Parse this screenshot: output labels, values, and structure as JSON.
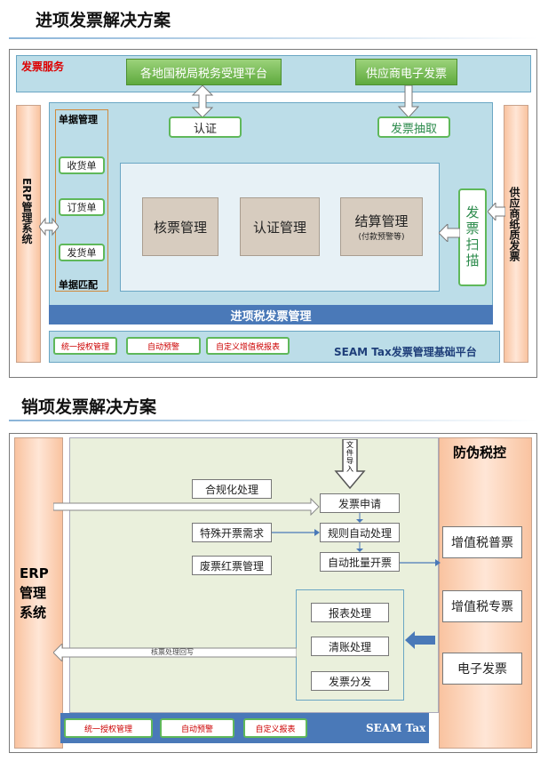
{
  "top": {
    "title": "进项发票解决方案",
    "invoice_service_label": "发票服务",
    "platform_tax_bureau": "各地国税局税务受理平台",
    "platform_supplier": "供应商电子发票",
    "auth": "认证",
    "invoice_fetch": "发票抽取",
    "doc_mgmt_label": "单据管理",
    "doc_match_label": "单据匹配",
    "doc_items": [
      "收货单",
      "订货单",
      "发货单"
    ],
    "modules": [
      "核票管理",
      "认证管理",
      "结算管理"
    ],
    "settle_sub": "(付款预警等)",
    "scan": "发票扫描",
    "erp_left": "ERP管理系统",
    "supplier_right": "供应商纸质发票",
    "input_tax_mgmt": "进项税发票管理",
    "bottom_buttons": [
      "统一授权管理",
      "自动预警",
      "自定义增值税报表"
    ],
    "platform_name": "SEAM Tax发票管理基础平台"
  },
  "bottom": {
    "title": "销项发票解决方案",
    "anti_fake": "防伪税控",
    "file_import": "文件导入",
    "left_boxes": [
      "合规化处理",
      "特殊开票需求",
      "废票红票管理"
    ],
    "flow": [
      "发票申请",
      "规则自动处理",
      "自动批量开票"
    ],
    "process": [
      "报表处理",
      "清账处理",
      "发票分发"
    ],
    "right_boxes": [
      "增值税普票",
      "增值税专票",
      "电子发票"
    ],
    "erp": "ERP\n管理\n系统",
    "return_label": "核票处理回写",
    "bottom_buttons": [
      "统一授权管理",
      "自动预警",
      "自定义报表"
    ],
    "platform_name": "SEAM Tax"
  },
  "colors": {
    "accent_blue": "#4a79b8",
    "green_border": "#5fb85a",
    "panel_blue": "#bcdde8",
    "alert_red": "#c00000"
  }
}
